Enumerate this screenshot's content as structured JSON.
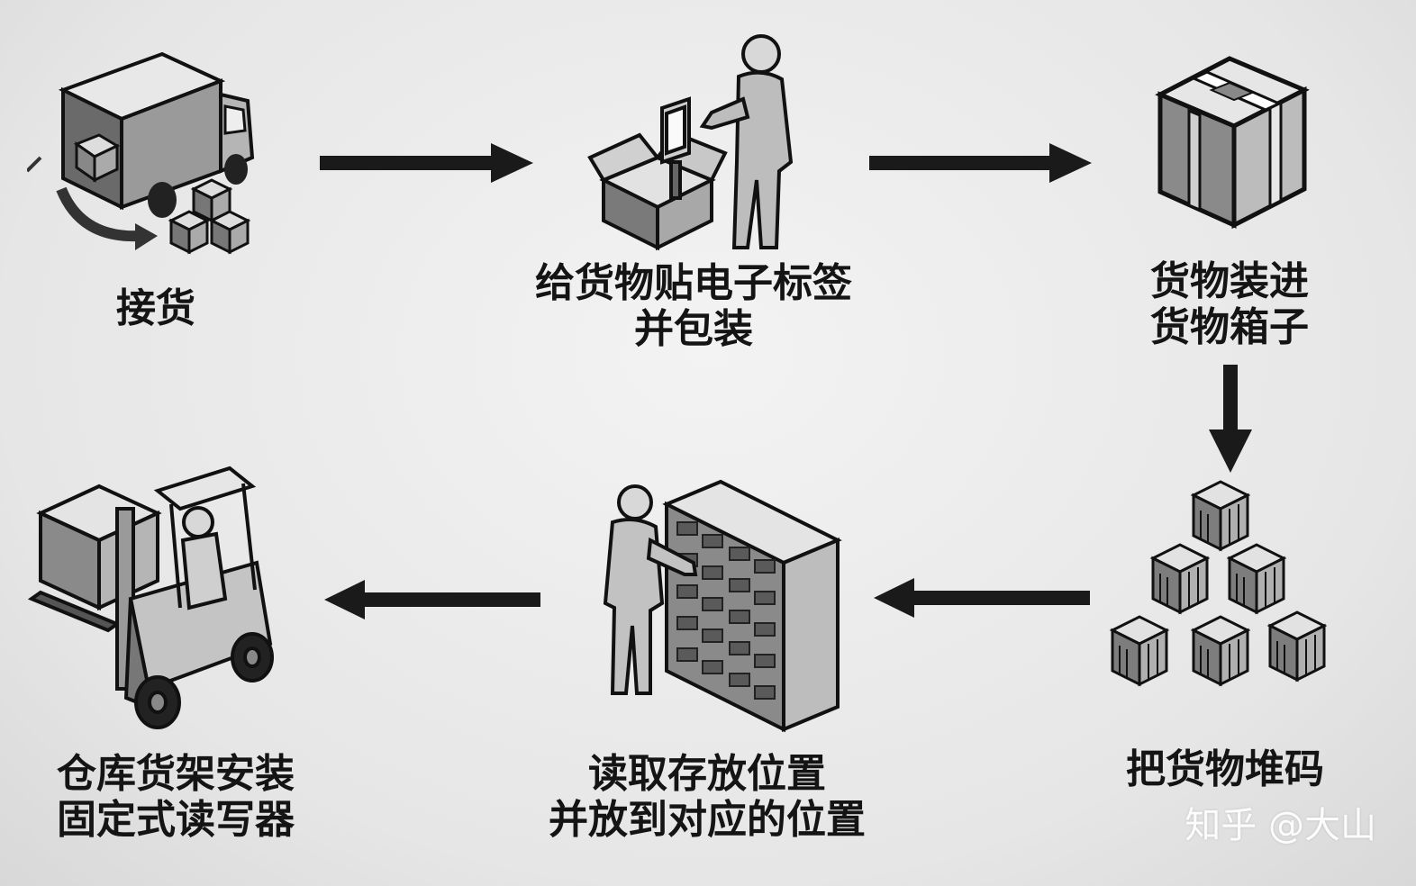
{
  "steps": [
    {
      "id": "receive",
      "lines": [
        "接货"
      ]
    },
    {
      "id": "tag",
      "lines": [
        "给货物贴电子标签",
        "并包装"
      ]
    },
    {
      "id": "box",
      "lines": [
        "货物装进",
        "货物箱子"
      ]
    },
    {
      "id": "stack",
      "lines": [
        "把货物堆码"
      ]
    },
    {
      "id": "read",
      "lines": [
        "读取存放位置",
        "并放到对应的位置"
      ]
    },
    {
      "id": "install",
      "lines": [
        "仓库货架安装",
        "固定式读写器"
      ]
    }
  ],
  "watermark": "知乎 @大山",
  "icons": {
    "receive": "delivery-truck-icon",
    "tag": "person-tagging-box-icon",
    "box": "cargo-box-icon",
    "stack": "stacked-boxes-icon",
    "read": "person-at-shelf-icon",
    "install": "forklift-icon"
  }
}
